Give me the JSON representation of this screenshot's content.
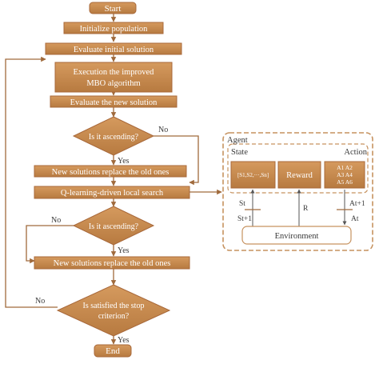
{
  "flowchart": {
    "start": "Start",
    "init": "Initialize population",
    "eval_init": "Evaluate initial solution",
    "exec_line1": "Execution the improved",
    "exec_line2": "MBO algorithm",
    "eval_new": "Evaluate the new solution",
    "decision1": "Is it ascending?",
    "decision1_no": "No",
    "decision1_yes": "Yes",
    "replace1": "New solutions replace the old ones",
    "qlearning": "Q-learning-driven local search",
    "decision2": "Is it ascending?",
    "decision2_no": "No",
    "decision2_yes": "Yes",
    "replace2": "New solutions replace the old ones",
    "decision3_line1": "Is satisfied the stop",
    "decision3_line2": "criterion?",
    "decision3_no": "No",
    "decision3_yes": "Yes",
    "end": "End"
  },
  "agent": {
    "title": "Agent",
    "state_label": "State",
    "action_label": "Action",
    "state_box": "[S1,S2,···,Sn]",
    "reward_box": "Reward",
    "actions_line1": "A1 A2",
    "actions_line2": "A3 A4",
    "actions_line3": "A5 A6",
    "s_t": "St",
    "s_t1": "St+1",
    "r": "R",
    "a_t1": "At+1",
    "a_t": "At",
    "environment": "Environment"
  },
  "colors": {
    "box_fill": "#c68a4e",
    "box_stroke": "#a8683a",
    "line": "#a06a3c",
    "dashed_border": "#c6925f"
  }
}
